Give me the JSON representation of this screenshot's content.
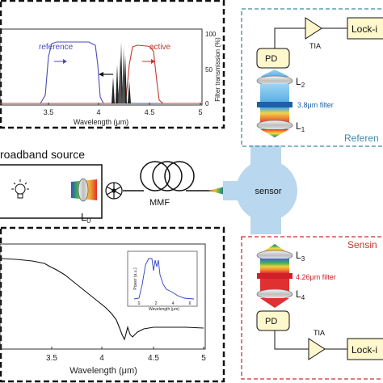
{
  "top_panel": {
    "label_reference": "reference",
    "label_active": "active",
    "x_ticks": [
      "3.5",
      "4",
      "4.5",
      "5"
    ],
    "y_ticks": [
      "0",
      "50",
      "100"
    ],
    "xlabel": "Wavelength (μm)",
    "ylabel": "Filter transmission (%)"
  },
  "source_box": {
    "title": "roadband source",
    "lens_label": "L",
    "lens_sub": "0",
    "fiber_label": "MMF"
  },
  "sensor": {
    "label": "sensor"
  },
  "reference_box": {
    "title": "Referen",
    "lockin": "Lock-i",
    "tia": "TIA",
    "pd": "PD",
    "l2": "L",
    "l2_sub": "2",
    "l1": "L",
    "l1_sub": "1",
    "filter": "3.8μm filter"
  },
  "sensing_box": {
    "title": "Sensin",
    "lockin": "Lock-i",
    "tia": "TIA",
    "pd": "PD",
    "l3": "L",
    "l3_sub": "3",
    "l4": "L",
    "l4_sub": "4",
    "filter": "4.26μm filter"
  },
  "bottom_panel": {
    "x_ticks": [
      "3.5",
      "4",
      "4.5",
      "5"
    ],
    "xlabel": "Wavelength (μm)",
    "inset": {
      "ylabel": "Power (a.u.)",
      "xlabel": "Wavelength (μm)",
      "x_ticks": [
        "0",
        "2",
        "4",
        "6"
      ]
    }
  },
  "colors": {
    "reference_curve": "#4a4ab8",
    "active_curve": "#c0392b",
    "reference_dash": "#3a8aa8",
    "sensing_dash": "#c0392b",
    "sensor_fill": "#b9d7ee",
    "filter_blue": "#1f5fa8",
    "filter_red": "#d0202a"
  }
}
